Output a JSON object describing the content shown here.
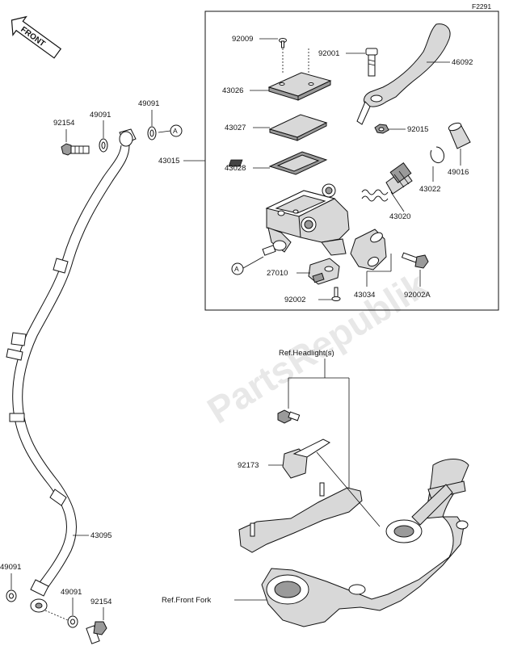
{
  "figure_code": "F2291",
  "front_label": "FRONT",
  "watermark": "PartsRepublik",
  "ref_callouts": {
    "circle_a": "A",
    "headlight": "Ref.Headlight(s)",
    "front_fork": "Ref.Front Fork"
  },
  "part_labels": {
    "p92009": "92009",
    "p92001": "92001",
    "p46092": "46092",
    "p43026": "43026",
    "p43027": "43027",
    "p43015": "43015",
    "p43028": "43028",
    "p92015": "92015",
    "p49016": "49016",
    "p43022": "43022",
    "p43020": "43020",
    "p27010": "27010",
    "p43034": "43034",
    "p92002": "92002",
    "p92002a": "92002A",
    "p92154_top": "92154",
    "p49091_top1": "49091",
    "p49091_top2": "49091",
    "p43095": "43095",
    "p49091_bot1": "49091",
    "p49091_bot2": "49091",
    "p92154_bot": "92154",
    "p92173": "92173"
  }
}
